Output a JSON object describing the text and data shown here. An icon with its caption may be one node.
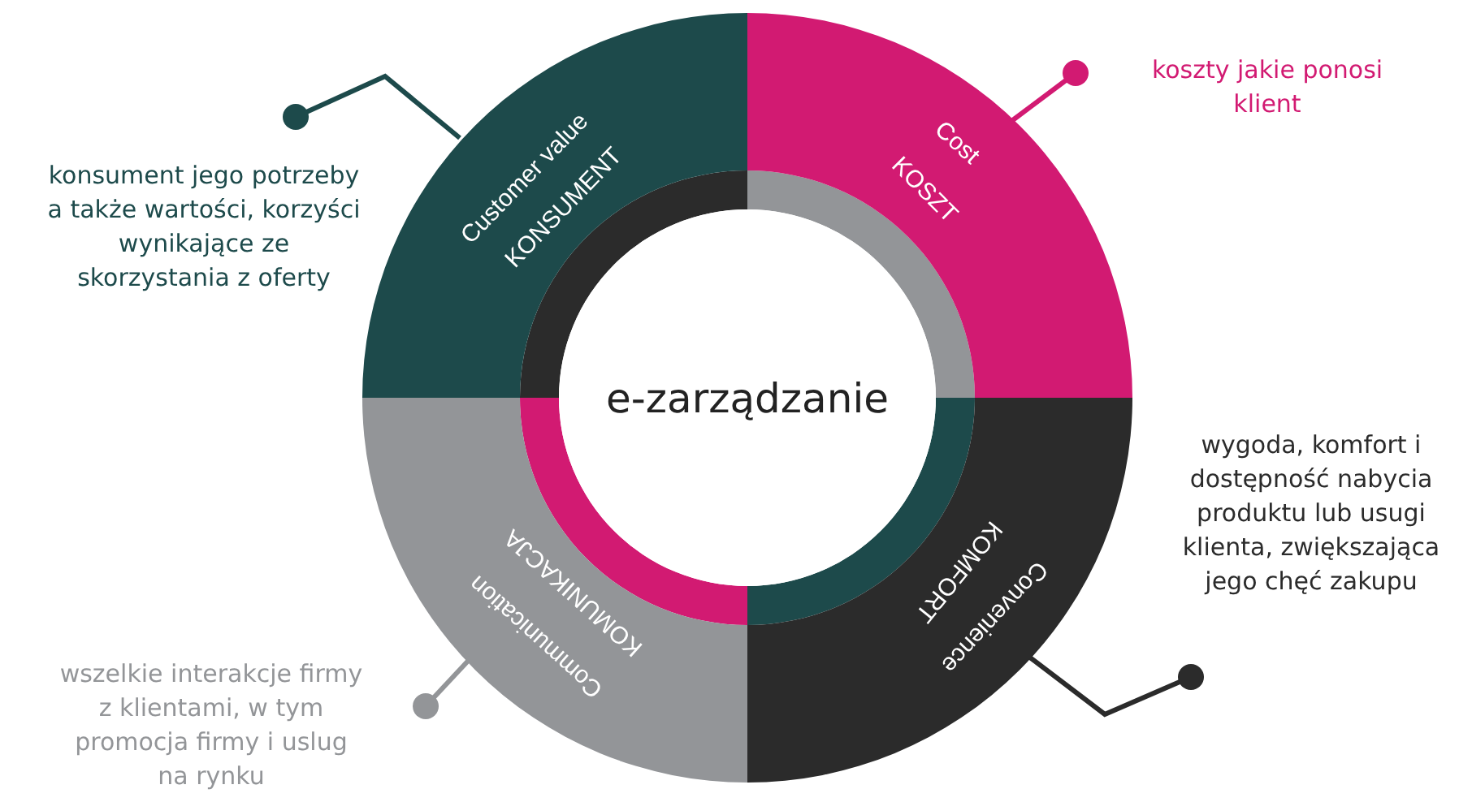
{
  "diagram": {
    "nodes": [
      {
        "text": [
          "Customer value",
          "KONSUMENT"
        ]
      },
      {
        "text": [
          "Cost",
          "KOSZT"
        ]
      },
      {
        "text": [
          "Convenience",
          "KOMFORT"
        ]
      },
      {
        "text": [
          "Communication",
          "KOMUNIKACJA"
        ]
      },
      {
        "text": [
          "e-zarządzanie"
        ]
      },
      {
        "text": [
          "konsument jego potrzeby a także wartości, korzyści wynikające ze skorzystania z oferty"
        ]
      },
      {
        "text": [
          "koszty jakie ponosi klient"
        ]
      },
      {
        "text": [
          "wygoda, komfort i dostępność nabycia produktu lub usugi klienta, zwiększająca jego chęć zakupu"
        ]
      },
      {
        "text": [
          "wszelkie interakcje firmy z klientami, w tym promocja firmy i uslug na rynku"
        ]
      }
    ],
    "edges": [
      {
        "from": 0,
        "to": 5,
        "arrow": "other",
        "color": "#1d4a4b"
      },
      {
        "from": 1,
        "to": 6,
        "arrow": "other",
        "color": "#d21a72"
      },
      {
        "from": 2,
        "to": 7,
        "arrow": "other",
        "color": "#2b2b2b"
      },
      {
        "from": 3,
        "to": 8,
        "arrow": "other",
        "color": "#939598"
      }
    ]
  }
}
